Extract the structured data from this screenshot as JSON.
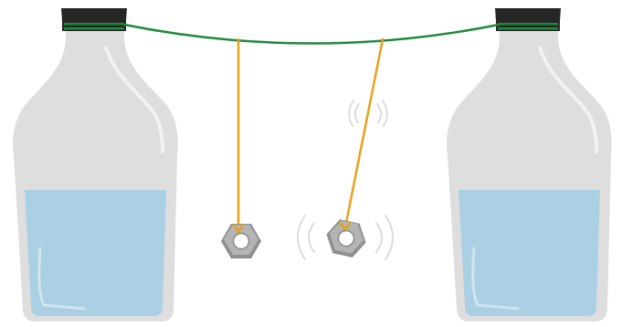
{
  "scene": {
    "description_items": [
      "left-bottle",
      "right-bottle",
      "string",
      "left-pendulum",
      "right-pendulum"
    ],
    "colors": {
      "bottle_body": "#dedede",
      "bottle_highlight": "#f2f2f2",
      "cap": "#262626",
      "cap_stripe": "#1e8a3c",
      "water": "#abd0e3",
      "string": "#1e8a3c",
      "pendulum_thread": "#e8a11a",
      "nut_fill": "#9a9a9a",
      "nut_face": "#b9b9b9",
      "nut_hole": "#ffffff",
      "vibration_marks": "#dcdcdc"
    },
    "icons": {
      "left_bottle": "bottle-icon",
      "right_bottle": "bottle-icon",
      "left_nut": "hex-nut-icon",
      "right_nut": "hex-nut-icon",
      "vibration": "vibration-icon"
    }
  }
}
